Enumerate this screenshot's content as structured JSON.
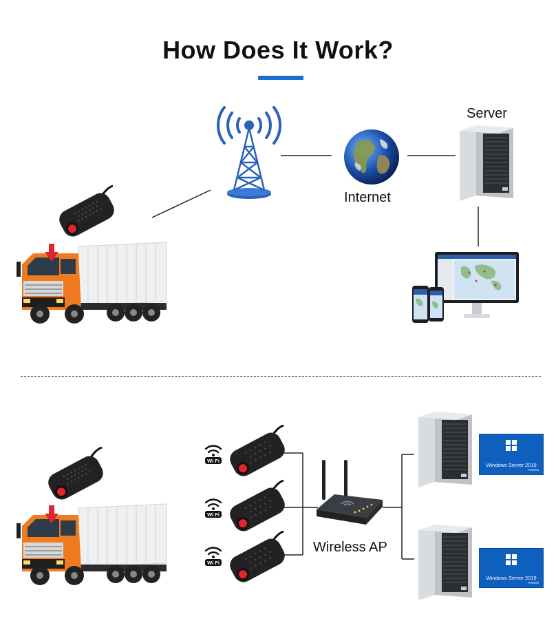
{
  "title": "How Does It Work?",
  "labels": {
    "server": "Server",
    "internet": "Internet",
    "wireless_ap": "Wireless AP",
    "wifi": "Wi Fi",
    "windows_server": "Windows Server 2019",
    "windows_server_sub": "Preview"
  },
  "colors": {
    "accent": "#1a6fd0",
    "truck_cab": "#f07a1f",
    "device": "#222222",
    "device_button": "#e0262c",
    "arrow": "#e0262c",
    "windows_badge": "#0f5fbf"
  }
}
